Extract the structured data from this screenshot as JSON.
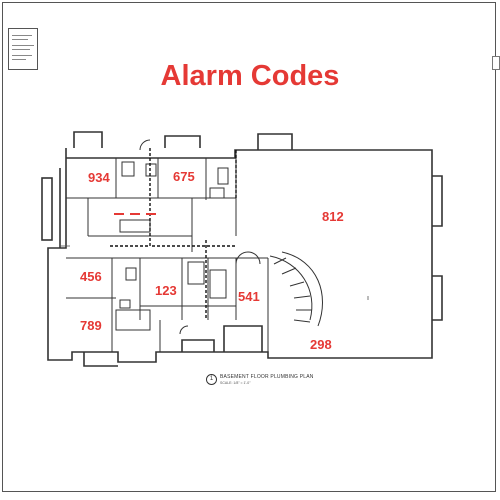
{
  "title": "Alarm Codes",
  "plan_caption": {
    "number": "1",
    "label": "BASEMENT FLOOR PLUMBING PLAN",
    "scale": "SCALE: 1/8\" = 1'-0\""
  },
  "alarm_codes": [
    {
      "room": "upper-left",
      "code": "934"
    },
    {
      "room": "upper-middle",
      "code": "675"
    },
    {
      "room": "great-room",
      "code": "812"
    },
    {
      "room": "left-middle",
      "code": "456"
    },
    {
      "room": "center",
      "code": "123"
    },
    {
      "room": "right-center",
      "code": "541"
    },
    {
      "room": "lower-left",
      "code": "789"
    },
    {
      "room": "lower-right",
      "code": "298"
    }
  ],
  "colors": {
    "accent": "#e53935",
    "line": "#333333"
  }
}
